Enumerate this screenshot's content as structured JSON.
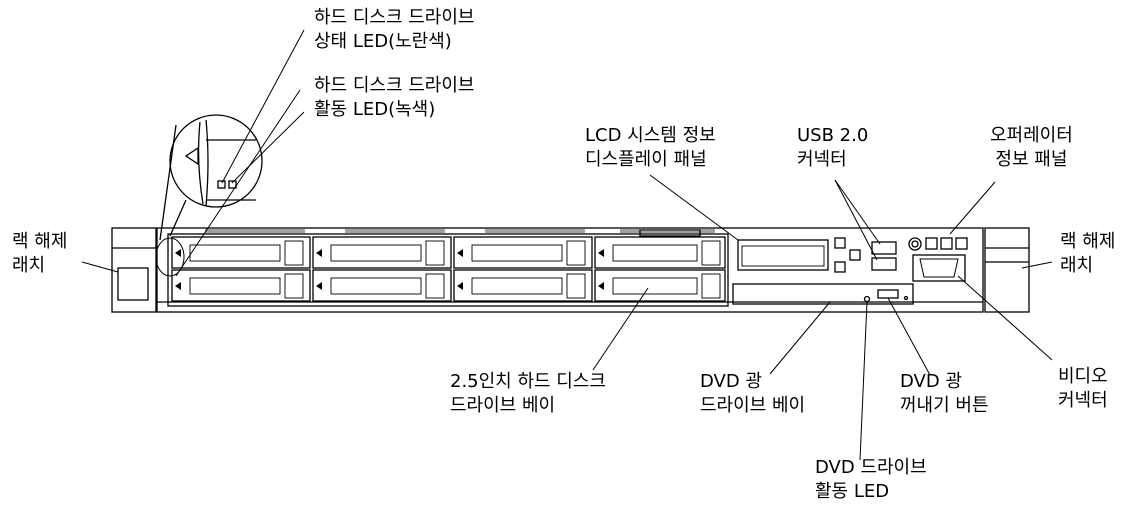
{
  "labels": {
    "hdd_status_led": {
      "line1": "하드 디스크 드라이브",
      "line2": "상태 LED(노란색)"
    },
    "hdd_activity_led": {
      "line1": "하드 디스크 드라이브",
      "line2": "활동 LED(녹색)"
    },
    "lcd_panel": {
      "line1": "LCD 시스템 정보",
      "line2": "디스플레이 패널"
    },
    "usb": {
      "line1": "USB 2.0",
      "line2": "커넥터"
    },
    "operator_panel": {
      "line1": "오퍼레이터",
      "line2": "정보 패널"
    },
    "rack_latch_left": {
      "line1": "랙 해제",
      "line2": "래치"
    },
    "rack_latch_right": {
      "line1": "랙 해제",
      "line2": "래치"
    },
    "hdd_bays": {
      "line1": "2.5인치 하드 디스크",
      "line2": "드라이브 베이"
    },
    "dvd_bay": {
      "line1": "DVD 광",
      "line2": "드라이브 베이"
    },
    "dvd_eject": {
      "line1": "DVD 광",
      "line2": "꺼내기 버튼"
    },
    "video": {
      "line1": "비디오",
      "line2": "커넥터"
    },
    "dvd_led": {
      "line1": "DVD 드라이브",
      "line2": "활동 LED"
    }
  }
}
